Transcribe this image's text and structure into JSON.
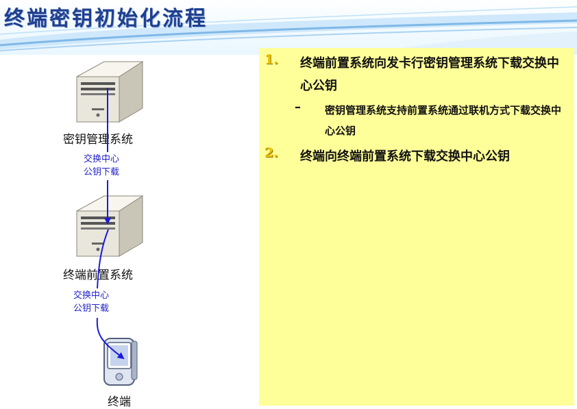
{
  "slide": {
    "title": "终端密钥初始化流程"
  },
  "diagram": {
    "nodes": [
      {
        "label": "密钥管理系统",
        "icon": "server-icon"
      },
      {
        "label": "终端前置系统",
        "icon": "server-icon"
      },
      {
        "label": "终端",
        "icon": "terminal-device-icon"
      }
    ],
    "flows": [
      {
        "line1": "交换中心",
        "line2": "公钥下载"
      },
      {
        "line1": "交换中心",
        "line2": "公钥下载"
      }
    ],
    "arrow_color": "#1a1adb"
  },
  "steps": [
    {
      "number": "1.",
      "text": "终端前置系统向发卡行密钥管理系统下载交换中心公钥",
      "sub": {
        "dash": "–",
        "text": "密钥管理系统支持前置系统通过联机方式下载交换中心公钥"
      }
    },
    {
      "number": "2.",
      "text": "终端向终端前置系统下载交换中心公钥"
    }
  ],
  "colors": {
    "panel_background": "#ffff99",
    "title": "#1f3f8f",
    "step_number": "#f0c000",
    "flow_text": "#2222cc"
  }
}
